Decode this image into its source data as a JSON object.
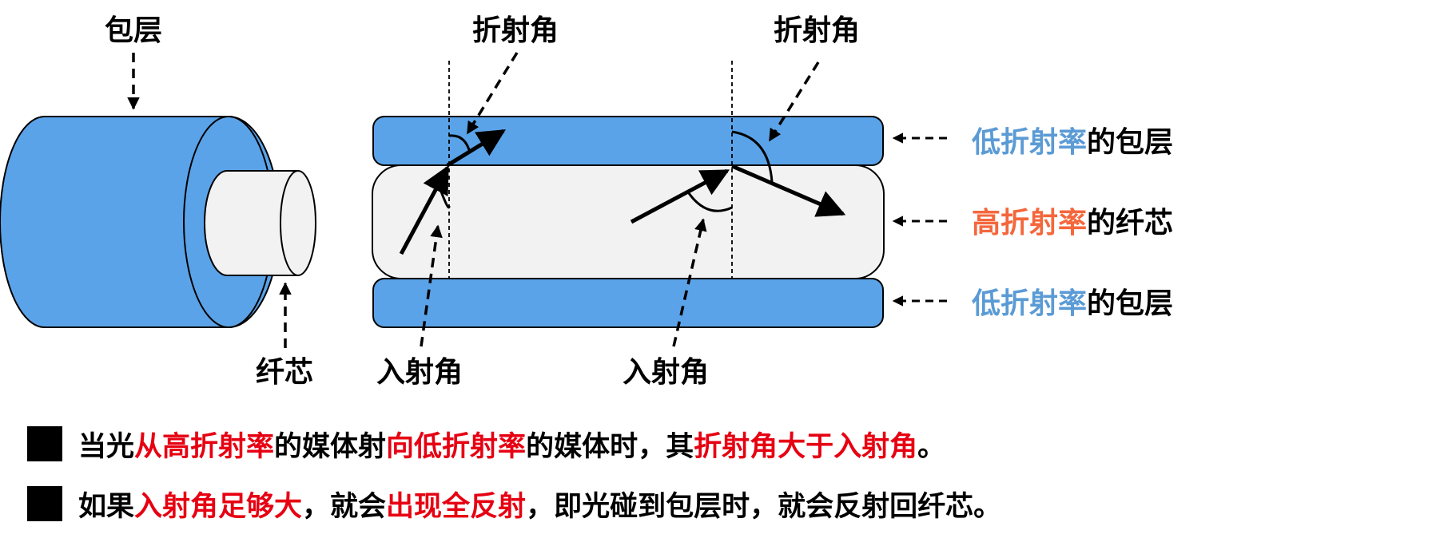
{
  "labels": {
    "cladding": "包层",
    "core": "纤芯",
    "refraction_angle_1": "折射角",
    "refraction_angle_2": "折射角",
    "incidence_angle_1": "入射角",
    "incidence_angle_2": "入射角"
  },
  "legend": [
    {
      "highlight": "低折射率",
      "rest": "的包层",
      "highlight_color": "#5b9bd5"
    },
    {
      "highlight": "高折射率",
      "rest": "的纤芯",
      "highlight_color": "#f4673c"
    },
    {
      "highlight": "低折射率",
      "rest": "的包层",
      "highlight_color": "#5b9bd5"
    }
  ],
  "bullets": [
    {
      "parts": [
        {
          "text": "当光",
          "red": false
        },
        {
          "text": "从高折射率",
          "red": true
        },
        {
          "text": "的媒体射",
          "red": false
        },
        {
          "text": "向低折射率",
          "red": true
        },
        {
          "text": "的媒体时，其",
          "red": false
        },
        {
          "text": "折射角大于入射角",
          "red": true
        },
        {
          "text": "。",
          "red": false
        }
      ]
    },
    {
      "parts": [
        {
          "text": "如果",
          "red": false
        },
        {
          "text": "入射角足够大",
          "red": true
        },
        {
          "text": "，就会",
          "red": false
        },
        {
          "text": "出现全反射",
          "red": true
        },
        {
          "text": "，即光碰到包层时，就会反射回纤芯。",
          "red": false
        }
      ]
    }
  ],
  "colors": {
    "cladding": "#5ba3e8",
    "core": "#f2f2f2",
    "emphasis": "#e60012"
  }
}
